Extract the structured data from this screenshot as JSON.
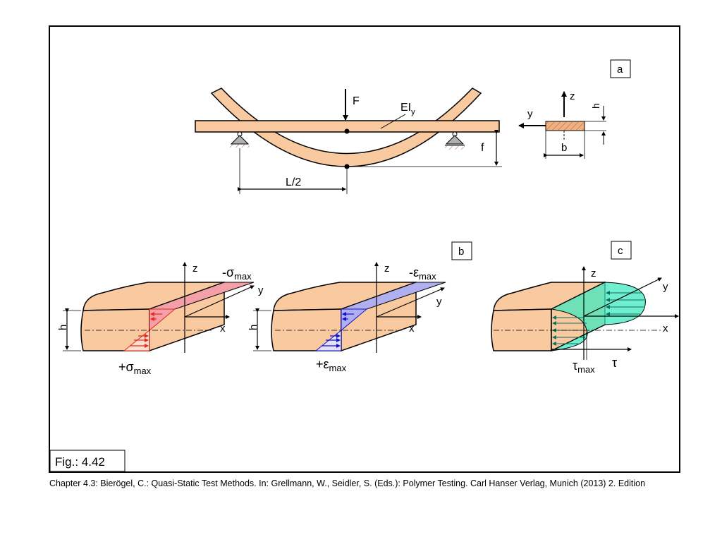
{
  "figure": {
    "panel_labels": {
      "a": "a",
      "b": "b",
      "c": "c"
    },
    "fig_label": "Fig.: 4.42",
    "beam": {
      "force": "F",
      "stiffness": "EI",
      "stiffness_sub": "y",
      "half_span": "L/2",
      "deflection": "f"
    },
    "cross_section": {
      "y": "y",
      "z": "z",
      "h": "h",
      "b": "b"
    },
    "stress_block": {
      "z": "z",
      "y": "y",
      "x": "x",
      "h": "h",
      "top": "-σ",
      "top_sub": "max",
      "bottom": "+σ",
      "bottom_sub": "max"
    },
    "strain_block": {
      "z": "z",
      "y": "y",
      "x": "x",
      "h": "h",
      "top": "-ε",
      "top_sub": "max",
      "bottom": "+ε",
      "bottom_sub": "max"
    },
    "shear_block": {
      "z": "z",
      "y": "y",
      "x": "x",
      "tau": "τ",
      "tau_max": "τ",
      "tau_max_sub": "max"
    },
    "colors": {
      "beam_fill": "#f9c9a0",
      "stress_fill": "#f4a0a8",
      "stress_arrows": "#e8261a",
      "strain_fill": "#b0b0f0",
      "strain_arrows": "#1010d0",
      "shear_fill": "#3fe8c0",
      "shear_arrows": "#107060"
    }
  },
  "caption": "Chapter 4.3: Bierögel, C.: Quasi-Static Test Methods. In: Grellmann, W., Seidler, S. (Eds.): Polymer Testing. Carl Hanser Verlag, Munich (2013) 2. Edition"
}
